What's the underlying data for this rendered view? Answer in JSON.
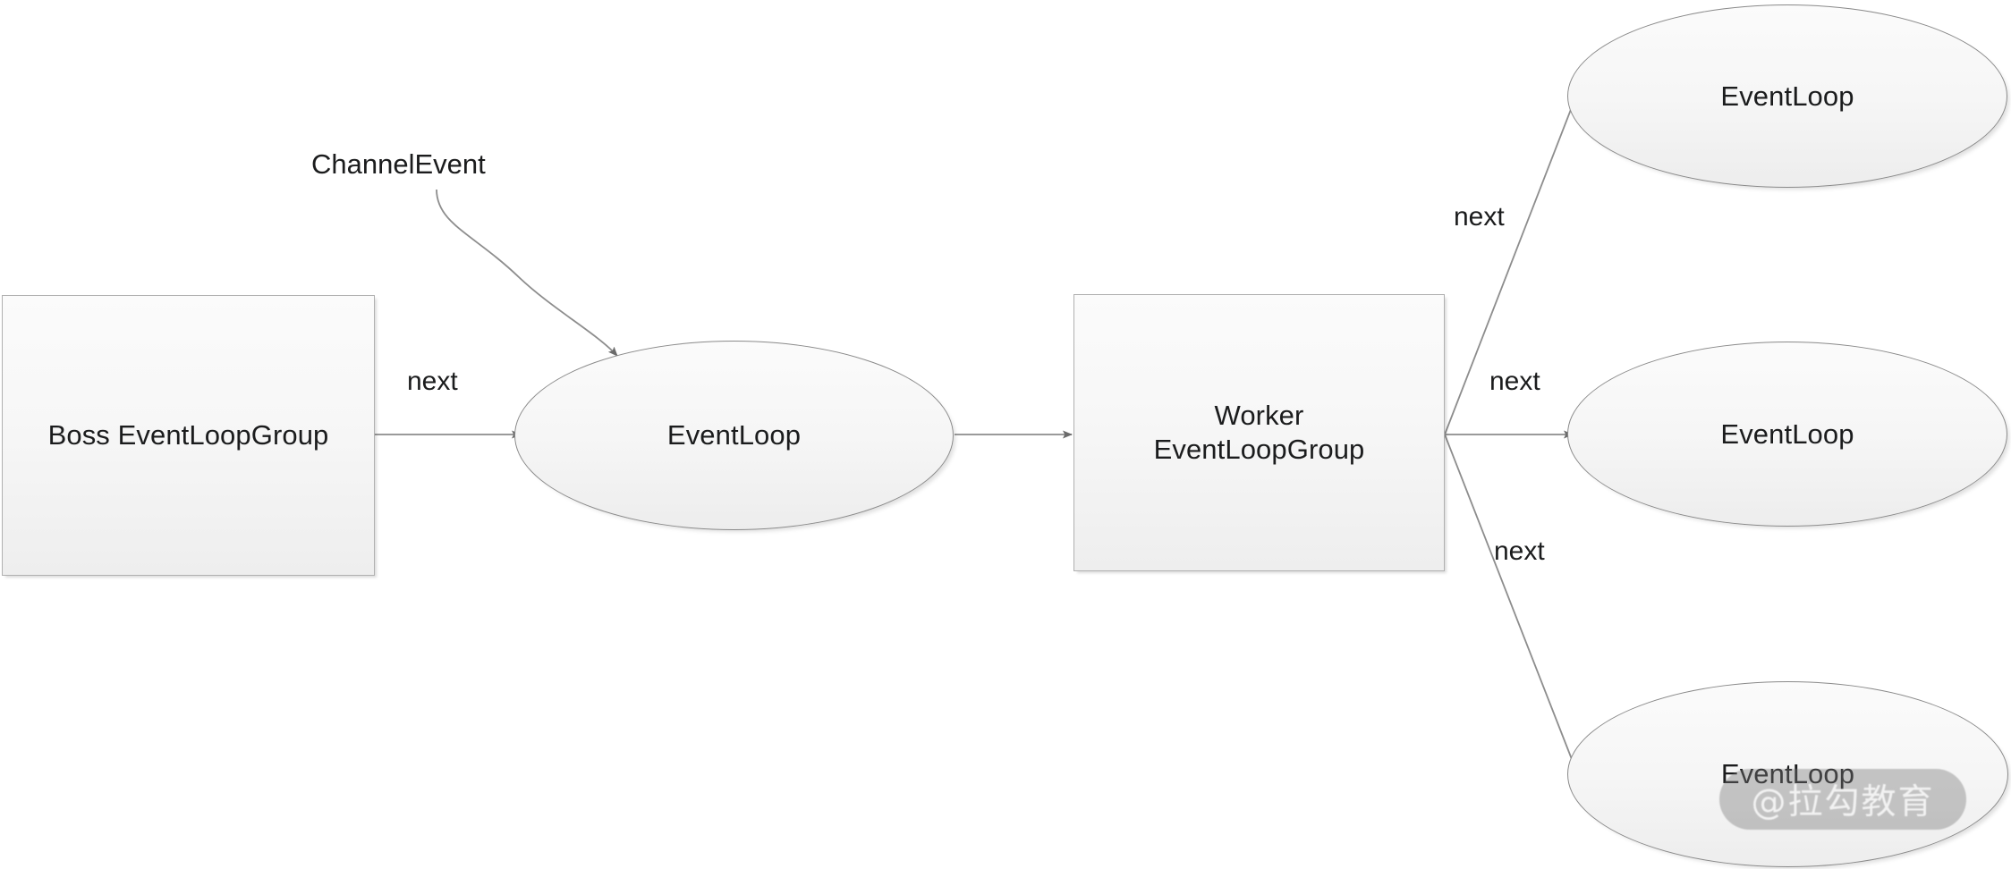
{
  "diagram": {
    "title": "Netty EventLoopGroup next dispatch",
    "background": "#ffffff",
    "node_fill": "#f6f6f6",
    "node_stroke": "#8a8a8a",
    "edge_stroke": "#808080",
    "text_color": "#1b1c1d"
  },
  "nodes": {
    "boss_group": {
      "label": "Boss EventLoopGroup",
      "shape": "rectangle"
    },
    "event_loop_mid": {
      "label": "EventLoop",
      "shape": "ellipse"
    },
    "worker_group": {
      "label_line1": "Worker",
      "label_line2": "EventLoopGroup",
      "shape": "rectangle"
    },
    "event_loop_1": {
      "label": "EventLoop",
      "shape": "ellipse"
    },
    "event_loop_2": {
      "label": "EventLoop",
      "shape": "ellipse"
    },
    "event_loop_3": {
      "label": "EventLoop",
      "shape": "ellipse"
    }
  },
  "edges": {
    "boss_to_eventloop": {
      "label": "next"
    },
    "channel_event": {
      "label": "ChannelEvent"
    },
    "eventloop_to_worker": {
      "label": ""
    },
    "worker_to_loop1": {
      "label": "next"
    },
    "worker_to_loop2": {
      "label": "next"
    },
    "worker_to_loop3": {
      "label": "next"
    }
  },
  "watermark": {
    "text": "@拉勾教育"
  }
}
